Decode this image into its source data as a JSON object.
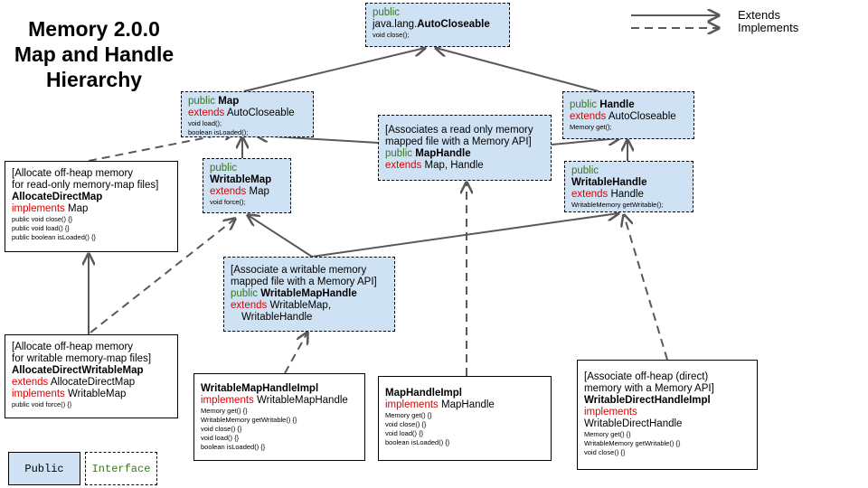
{
  "title": [
    "Memory 2.0.0",
    "Map and Handle",
    "Hierarchy"
  ],
  "legend": {
    "extends": "Extends",
    "implements": "Implements"
  },
  "key": {
    "public": "Public",
    "interface": "Interface"
  },
  "colors": {
    "interface_fill": "#cfe2f3",
    "public_keyword": "#38761d",
    "extends_keyword": "#e00000",
    "edge": "#595959"
  },
  "nodes": {
    "autocloseable": {
      "kw": "public",
      "pkg": "java.lang.",
      "name": "AutoCloseable",
      "methods": [
        "void close();"
      ]
    },
    "map": {
      "kw": "public",
      "name": "Map",
      "ext_kw": "extends",
      "ext": "AutoCloseable",
      "methods": [
        "void load();",
        "boolean isLoaded();"
      ]
    },
    "handle": {
      "kw": "public",
      "name": "Handle",
      "ext_kw": "extends",
      "ext": "AutoCloseable",
      "methods": [
        "Memory get();"
      ]
    },
    "maphandle": {
      "desc": [
        "[Associates a read only memory",
        "mapped file with a Memory API]"
      ],
      "kw": "public",
      "name": "MapHandle",
      "ext_kw": "extends",
      "ext": "Map, Handle"
    },
    "writablemap": {
      "kw": "public",
      "name": "WritableMap",
      "ext_kw": "extends",
      "ext": "Map",
      "methods": [
        "void force();"
      ]
    },
    "writablehandle": {
      "kw": "public",
      "name": "WritableHandle",
      "ext_kw": "extends",
      "ext": "Handle",
      "methods": [
        "WritableMemory getWritable();"
      ]
    },
    "writablemaphandle": {
      "desc": [
        "[Associate a writable memory",
        "mapped file with a Memory API]"
      ],
      "kw": "public",
      "name": "WritableMapHandle",
      "ext_kw": "extends",
      "ext": [
        "WritableMap,",
        "WritableHandle"
      ]
    },
    "allocatedirectmap": {
      "desc": [
        "[Allocate off-heap memory",
        "for read-only memory-map files]"
      ],
      "name": "AllocateDirectMap",
      "impl_kw": "implements",
      "impl": "Map",
      "methods": [
        "public void close() {}",
        "public void load() {}",
        "public boolean isLoaded() {}"
      ]
    },
    "allocatedirectwritablemap": {
      "desc": [
        "[Allocate off-heap memory",
        "for writable memory-map files]"
      ],
      "name": "AllocateDirectWritableMap",
      "ext_kw": "extends",
      "ext": "AllocateDirectMap",
      "impl_kw": "implements",
      "impl": "WritableMap",
      "methods": [
        "public void force() {}"
      ]
    },
    "writablemaphandleimpl": {
      "name": "WritableMapHandleImpl",
      "impl_kw": "implements",
      "impl": "WritableMapHandle",
      "methods": [
        "Memory get() {}",
        "WritableMemory getWritable() {}",
        "void close() {}",
        "void load() {}",
        "boolean isLoaded() {}"
      ]
    },
    "maphandleimpl": {
      "name": "MapHandleImpl",
      "impl_kw": "implements",
      "impl": "MapHandle",
      "methods": [
        "Memory get() {}",
        "void close() {}",
        "void load() {}",
        "boolean isLoaded() {}"
      ]
    },
    "writabledirecthandleimpl": {
      "desc": [
        "[Associate off-heap (direct)",
        "memory with a Memory API]"
      ],
      "name": "WritableDirectHandleImpl",
      "impl_kw": "implements",
      "impl": "WritableDirectHandle",
      "methods": [
        "Memory get() {}",
        "WritableMemory getWritable() {}",
        "void close() {}"
      ]
    }
  },
  "edges": [
    {
      "from": "map",
      "to": "autocloseable",
      "kind": "extends"
    },
    {
      "from": "handle",
      "to": "autocloseable",
      "kind": "extends"
    },
    {
      "from": "maphandle",
      "to": "map",
      "kind": "extends"
    },
    {
      "from": "maphandle",
      "to": "handle",
      "kind": "extends"
    },
    {
      "from": "writablemap",
      "to": "map",
      "kind": "extends"
    },
    {
      "from": "writablehandle",
      "to": "handle",
      "kind": "extends"
    },
    {
      "from": "writablemaphandle",
      "to": "writablemap",
      "kind": "extends"
    },
    {
      "from": "writablemaphandle",
      "to": "writablehandle",
      "kind": "extends"
    },
    {
      "from": "allocatedirectmap",
      "to": "map",
      "kind": "implements"
    },
    {
      "from": "allocatedirectwritablemap",
      "to": "allocatedirectmap",
      "kind": "extends"
    },
    {
      "from": "allocatedirectwritablemap",
      "to": "writablemap",
      "kind": "implements"
    },
    {
      "from": "writablemaphandleimpl",
      "to": "writablemaphandle",
      "kind": "implements"
    },
    {
      "from": "maphandleimpl",
      "to": "maphandle",
      "kind": "implements"
    },
    {
      "from": "writabledirecthandleimpl",
      "to": "writablehandle",
      "kind": "implements"
    }
  ]
}
